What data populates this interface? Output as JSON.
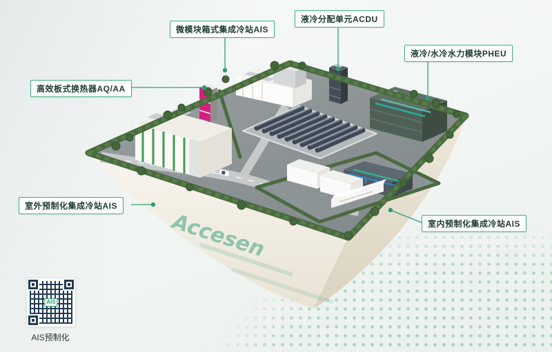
{
  "colors": {
    "accent_green": "#2f9e77",
    "label_border": "#3bb07c",
    "label_text": "#1c3a30",
    "dot_pattern_green": "#a9d5be",
    "hedge_green": "#4a6a40",
    "magenta_unit": "#d6207f",
    "qr_navy": "#223a54"
  },
  "callouts": [
    {
      "id": "micro-module-station",
      "label": "微模块箱式集成冷站AIS"
    },
    {
      "id": "acdu-unit",
      "label": "液冷分配单元ACDU"
    },
    {
      "id": "pheu-module",
      "label": "液冷/水冷水力模块PHEU"
    },
    {
      "id": "plate-heat-exchanger",
      "label": "高效板式换热器AQ/AA"
    },
    {
      "id": "outdoor-station",
      "label": "室外预制化集成冷站AIS"
    },
    {
      "id": "indoor-station",
      "label": "室内预制化集成冷站AIS"
    }
  ],
  "watermark": {
    "brand": "Accesen"
  },
  "qr": {
    "center_label": "AIS",
    "caption": "AIS预制化"
  }
}
